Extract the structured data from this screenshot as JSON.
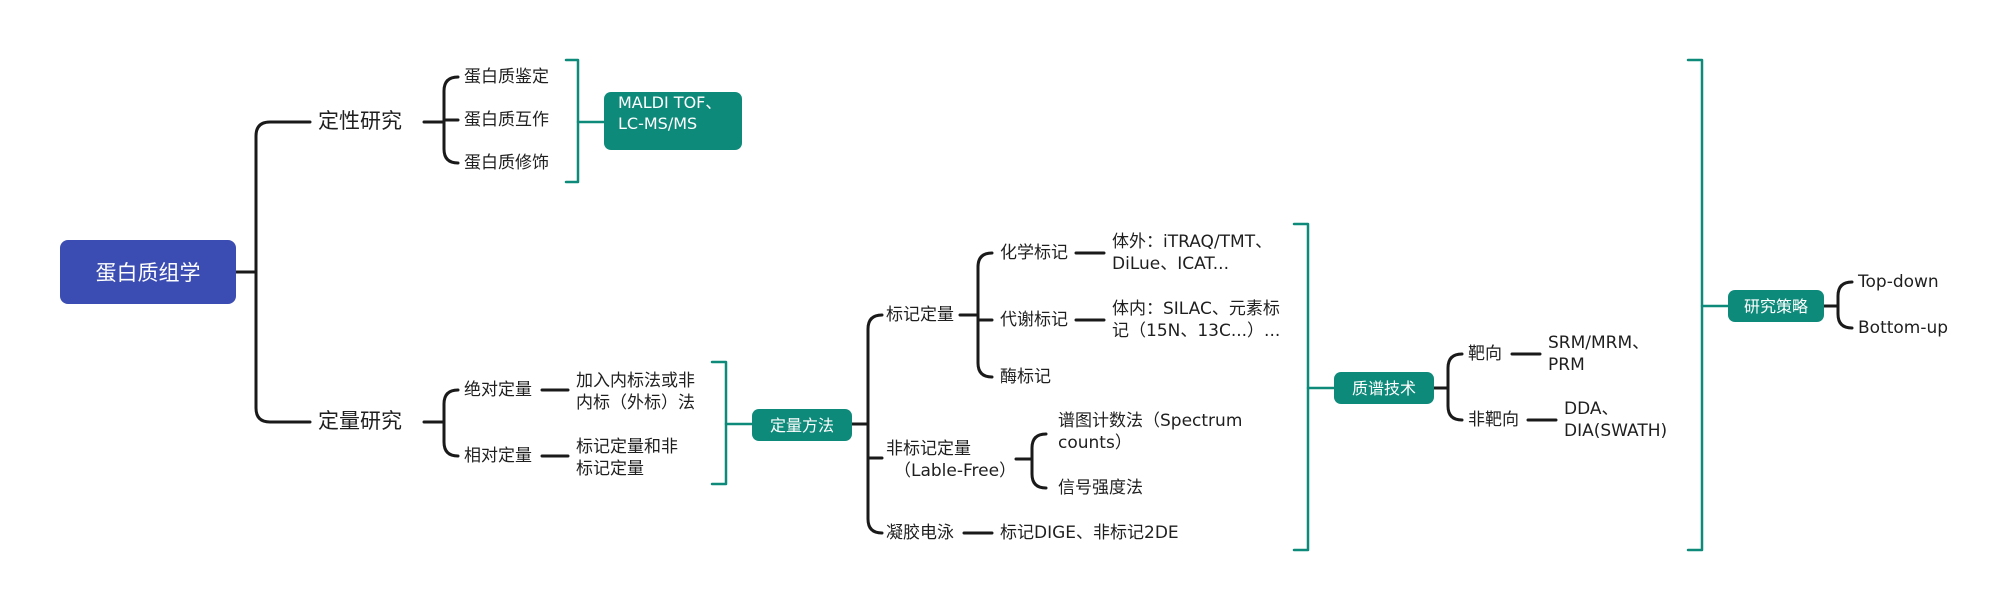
{
  "root": "蛋白质组学",
  "qualitative": {
    "label": "定性研究",
    "items": [
      "蛋白质鉴定",
      "蛋白质互作",
      "蛋白质修饰"
    ],
    "method": [
      "MALDI TOF、",
      "LC-MS/MS"
    ]
  },
  "quantitative": {
    "label": "定量研究",
    "absolute": {
      "label": "绝对定量",
      "detail": [
        "加入内标法或非",
        "内标（外标）法"
      ]
    },
    "relative": {
      "label": "相对定量",
      "detail": [
        "标记定量和非",
        "标记定量"
      ]
    },
    "method_tag": "定量方法"
  },
  "methods": {
    "labeled": {
      "label": "标记定量",
      "chemical": {
        "label": "化学标记",
        "detail": [
          "体外：iTRAQ/TMT、",
          "DiLue、ICAT..."
        ]
      },
      "metabolic": {
        "label": "代谢标记",
        "detail": [
          "体内：SILAC、元素标",
          "记（15N、13C...）..."
        ]
      },
      "enzyme": {
        "label": "酶标记"
      }
    },
    "label_free": {
      "label": [
        "非标记定量",
        "（Lable-Free）"
      ],
      "spectrum": [
        "谱图计数法（Spectrum",
        "counts）"
      ],
      "intensity": "信号强度法"
    },
    "gel": {
      "label": "凝胶电泳",
      "detail": "标记DIGE、非标记2DE"
    }
  },
  "ms_tech": {
    "tag": "质谱技术",
    "targeted": {
      "label": "靶向",
      "detail": [
        "SRM/MRM、",
        "PRM"
      ]
    },
    "untargeted": {
      "label": "非靶向",
      "detail": [
        "DDA、",
        "DIA(SWATH)"
      ]
    }
  },
  "strategy": {
    "tag": "研究策略",
    "top_down": "Top-down",
    "bottom_up": "Bottom-up"
  },
  "colors": {
    "root": "#3b4db2",
    "tag": "#0e8a7a",
    "line": "#1a1a1a",
    "bracket": "#0e8a7a"
  }
}
